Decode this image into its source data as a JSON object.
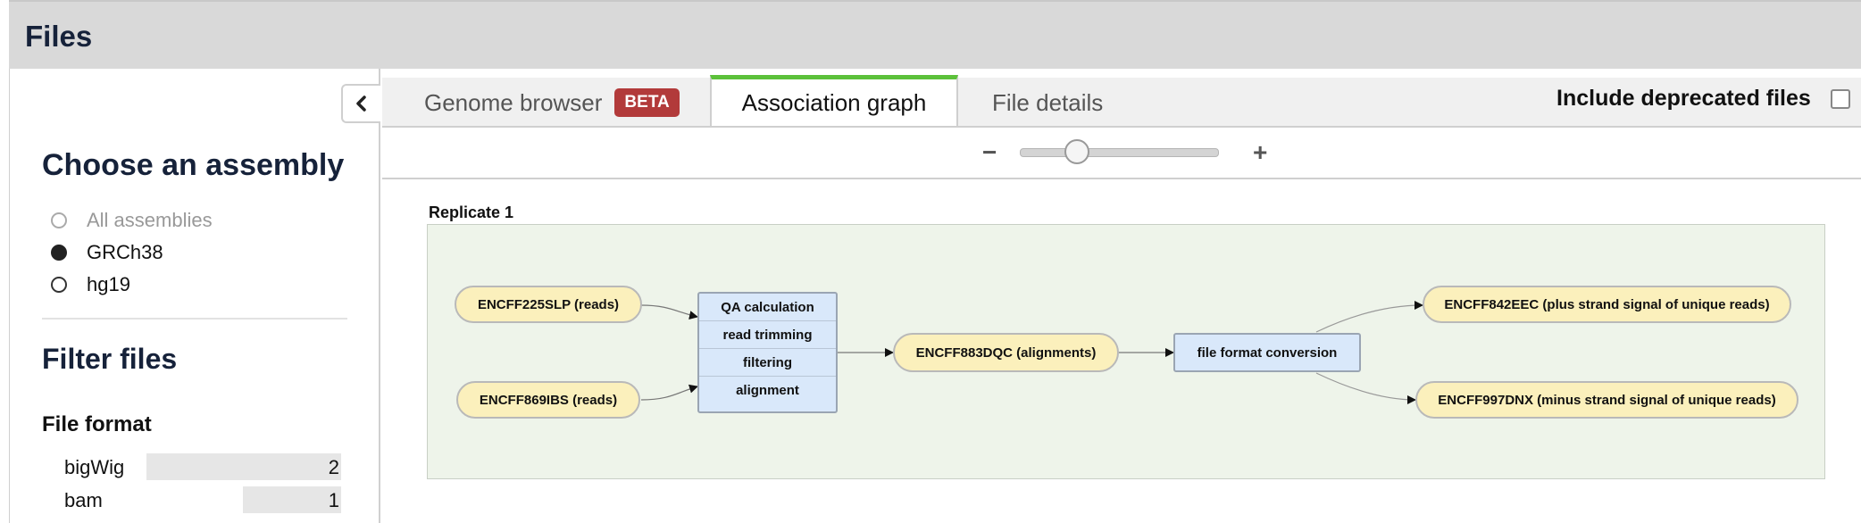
{
  "panel": {
    "title": "Files"
  },
  "sidebar": {
    "assembly_heading": "Choose an assembly",
    "assemblies": [
      {
        "label": "All assemblies",
        "state": "disabled"
      },
      {
        "label": "GRCh38",
        "state": "checked"
      },
      {
        "label": "hg19",
        "state": "unchecked"
      }
    ],
    "filter_heading": "Filter files",
    "file_format_heading": "File format",
    "formats": [
      {
        "label": "bigWig",
        "count": "2"
      },
      {
        "label": "bam",
        "count": "1"
      }
    ]
  },
  "tabs": [
    {
      "label": "Genome browser",
      "badge": "BETA",
      "active": false
    },
    {
      "label": "Association graph",
      "active": true
    },
    {
      "label": "File details",
      "active": false
    }
  ],
  "options": {
    "include_deprecated_label": "Include deprecated files",
    "include_deprecated_checked": false
  },
  "zoom": {
    "minus": "−",
    "plus": "+",
    "level": 0.3
  },
  "graph": {
    "replicate_label": "Replicate 1",
    "files": {
      "reads1": "ENCFF225SLP (reads)",
      "reads2": "ENCFF869IBS (reads)",
      "alignments": "ENCFF883DQC (alignments)",
      "plus_signal": "ENCFF842EEC (plus strand signal of unique reads)",
      "minus_signal": "ENCFF997DNX (minus strand signal of unique reads)"
    },
    "steps": {
      "processing": [
        "QA calculation",
        "read trimming",
        "filtering",
        "alignment"
      ],
      "conversion": "file format conversion"
    }
  },
  "colors": {
    "header_bg": "#d9d9d9",
    "heading_text": "#16223a",
    "active_tab_accent": "#5cc13a",
    "beta_badge": "#b23a3a",
    "file_node": "#fbf0bc",
    "step_node": "#d9e8fa",
    "graph_bg": "#eef4ea"
  }
}
